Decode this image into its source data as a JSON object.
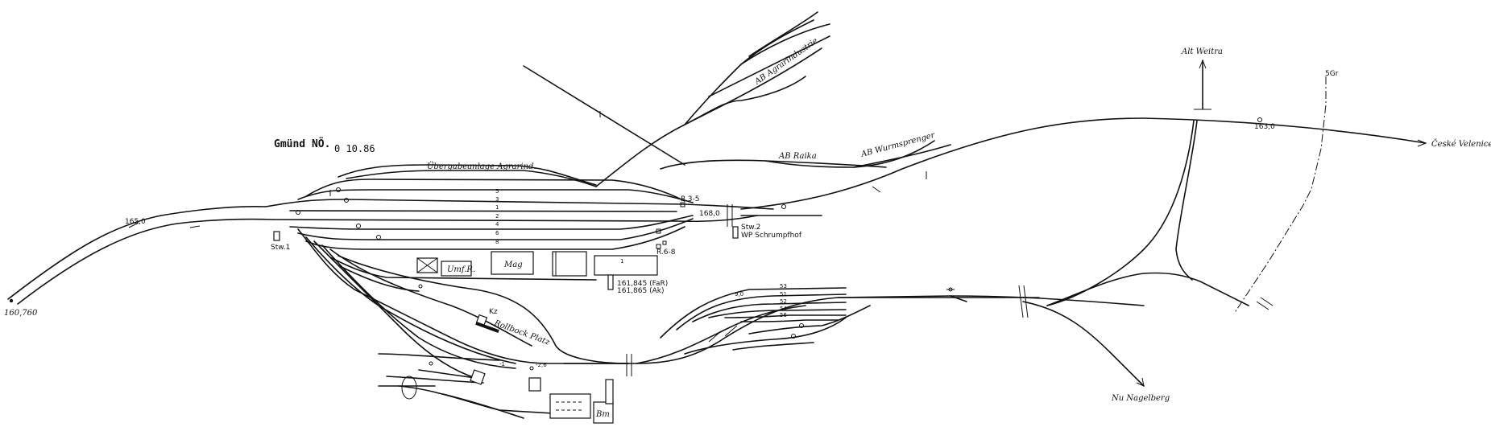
{
  "diagram": {
    "title": "Gmünd NÖ.",
    "date": "0 10.86",
    "destinations": {
      "ceske_velenice": "České Velenice",
      "alt_weitra": "Alt Weitra",
      "nagelberg": "Nu Nagelberg"
    },
    "sidings": {
      "agrarindustrie": "AB Agrarindustrie",
      "raika": "AB Raika",
      "wurmsprenger": "AB Wurmsprenger",
      "uebergabe": "Übergabeanlage Agrarind."
    },
    "buildings": {
      "magazin": "Mag",
      "umfr": "Umf.R.",
      "bm": "Bm",
      "rollbock": "Rollbock Platz",
      "kz": "Kz"
    },
    "stellwerke": {
      "stw1": "Stw.1",
      "stw2": "Stw.2",
      "wp": "WP Schrumpfhof"
    },
    "signals": {
      "r35": "R.3-5",
      "r68": "R.6-8"
    },
    "kilometers": {
      "km_160760": "160,760",
      "km_1650": "165,0",
      "km_1680": "168,0",
      "km_1635": "163,0",
      "km_161845": "161,845 (FaR)",
      "km_161865": "161,865 (Ak)"
    },
    "track_numbers": {
      "main": [
        "5",
        "3",
        "1",
        "2",
        "4",
        "6",
        "8"
      ],
      "narrow": [
        "53",
        "51",
        "52",
        "54",
        "56"
      ],
      "misc": [
        "9,0",
        "-1",
        "-2,6",
        "1",
        "5Gr"
      ]
    }
  }
}
